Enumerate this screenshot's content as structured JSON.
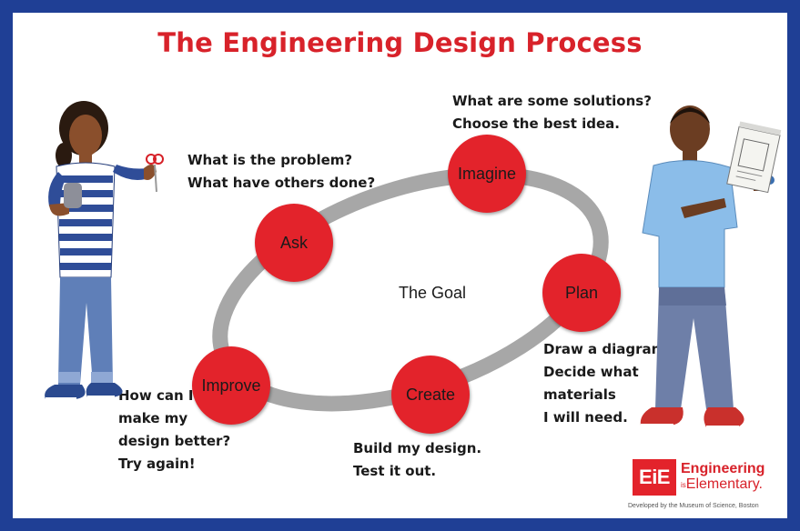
{
  "title": "The Engineering Design Process",
  "center_label": "The Goal",
  "steps": [
    {
      "label": "Ask",
      "notes": [
        "What is the problem?",
        "What have others done?"
      ]
    },
    {
      "label": "Imagine",
      "notes": [
        "What are some solutions?",
        "Choose the best idea."
      ]
    },
    {
      "label": "Plan",
      "notes": [
        "Draw a diagram.",
        "Decide what",
        "materials",
        "I will need."
      ]
    },
    {
      "label": "Create",
      "notes": [
        "Build my design.",
        "Test it out."
      ]
    },
    {
      "label": "Improve",
      "notes": [
        "How can I",
        "make my",
        "design better?",
        "Try again!"
      ]
    }
  ],
  "logo": {
    "badge": "EiE",
    "line1": "Engineering",
    "line2_prefix": "is",
    "line2": "Elementary.",
    "credit": "Developed by the Museum of Science, Boston"
  },
  "colors": {
    "border": "#1f3f95",
    "accent": "#e3232b",
    "title": "#d8222a",
    "loop": "#a7a7a7"
  }
}
